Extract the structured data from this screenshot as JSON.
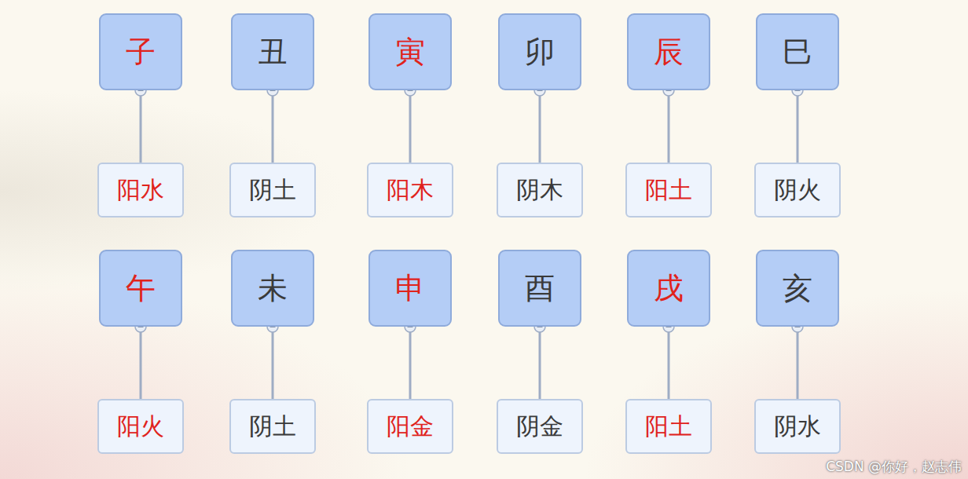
{
  "diagram": {
    "nodes": [
      {
        "text": [
          "子"
        ]
      },
      {
        "text": [
          "丑"
        ]
      },
      {
        "text": [
          "寅"
        ]
      },
      {
        "text": [
          "卯"
        ]
      },
      {
        "text": [
          "辰"
        ]
      },
      {
        "text": [
          "巳"
        ]
      },
      {
        "text": [
          "阳水"
        ]
      },
      {
        "text": [
          "阴土"
        ]
      },
      {
        "text": [
          "阳木"
        ]
      },
      {
        "text": [
          "阴木"
        ]
      },
      {
        "text": [
          "阳土"
        ]
      },
      {
        "text": [
          "阴火"
        ]
      },
      {
        "text": [
          "午"
        ]
      },
      {
        "text": [
          "未"
        ]
      },
      {
        "text": [
          "申"
        ]
      },
      {
        "text": [
          "酉"
        ]
      },
      {
        "text": [
          "戌"
        ]
      },
      {
        "text": [
          "亥"
        ]
      },
      {
        "text": [
          "阳火"
        ]
      },
      {
        "text": [
          "阴土"
        ]
      },
      {
        "text": [
          "阳金"
        ]
      },
      {
        "text": [
          "阴金"
        ]
      },
      {
        "text": [
          "阳土"
        ]
      },
      {
        "text": [
          "阴水"
        ]
      }
    ],
    "edges": [
      {
        "from": 0,
        "to": 6,
        "arrow": "none"
      },
      {
        "from": 1,
        "to": 7,
        "arrow": "none"
      },
      {
        "from": 2,
        "to": 8,
        "arrow": "none"
      },
      {
        "from": 3,
        "to": 9,
        "arrow": "none"
      },
      {
        "from": 4,
        "to": 10,
        "arrow": "none"
      },
      {
        "from": 5,
        "to": 11,
        "arrow": "none"
      },
      {
        "from": 12,
        "to": 18,
        "arrow": "none"
      },
      {
        "from": 13,
        "to": 19,
        "arrow": "none"
      },
      {
        "from": 14,
        "to": 20,
        "arrow": "none"
      },
      {
        "from": 15,
        "to": 21,
        "arrow": "none"
      },
      {
        "from": 16,
        "to": 22,
        "arrow": "none"
      },
      {
        "from": 17,
        "to": 23,
        "arrow": "none"
      }
    ],
    "labels": [
      "CSDN @你好，赵志伟"
    ]
  }
}
